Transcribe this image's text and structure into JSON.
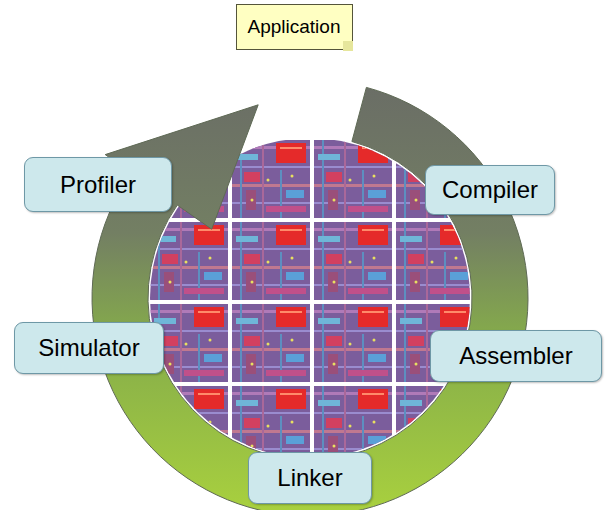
{
  "diagram": {
    "nodes": [
      {
        "text": [
          "Application"
        ]
      },
      {
        "text": [
          "Profiler"
        ]
      },
      {
        "text": [
          "Compiler"
        ]
      },
      {
        "text": [
          "Simulator"
        ]
      },
      {
        "text": [
          "Assembler"
        ]
      },
      {
        "text": [
          "Linker"
        ]
      }
    ]
  }
}
